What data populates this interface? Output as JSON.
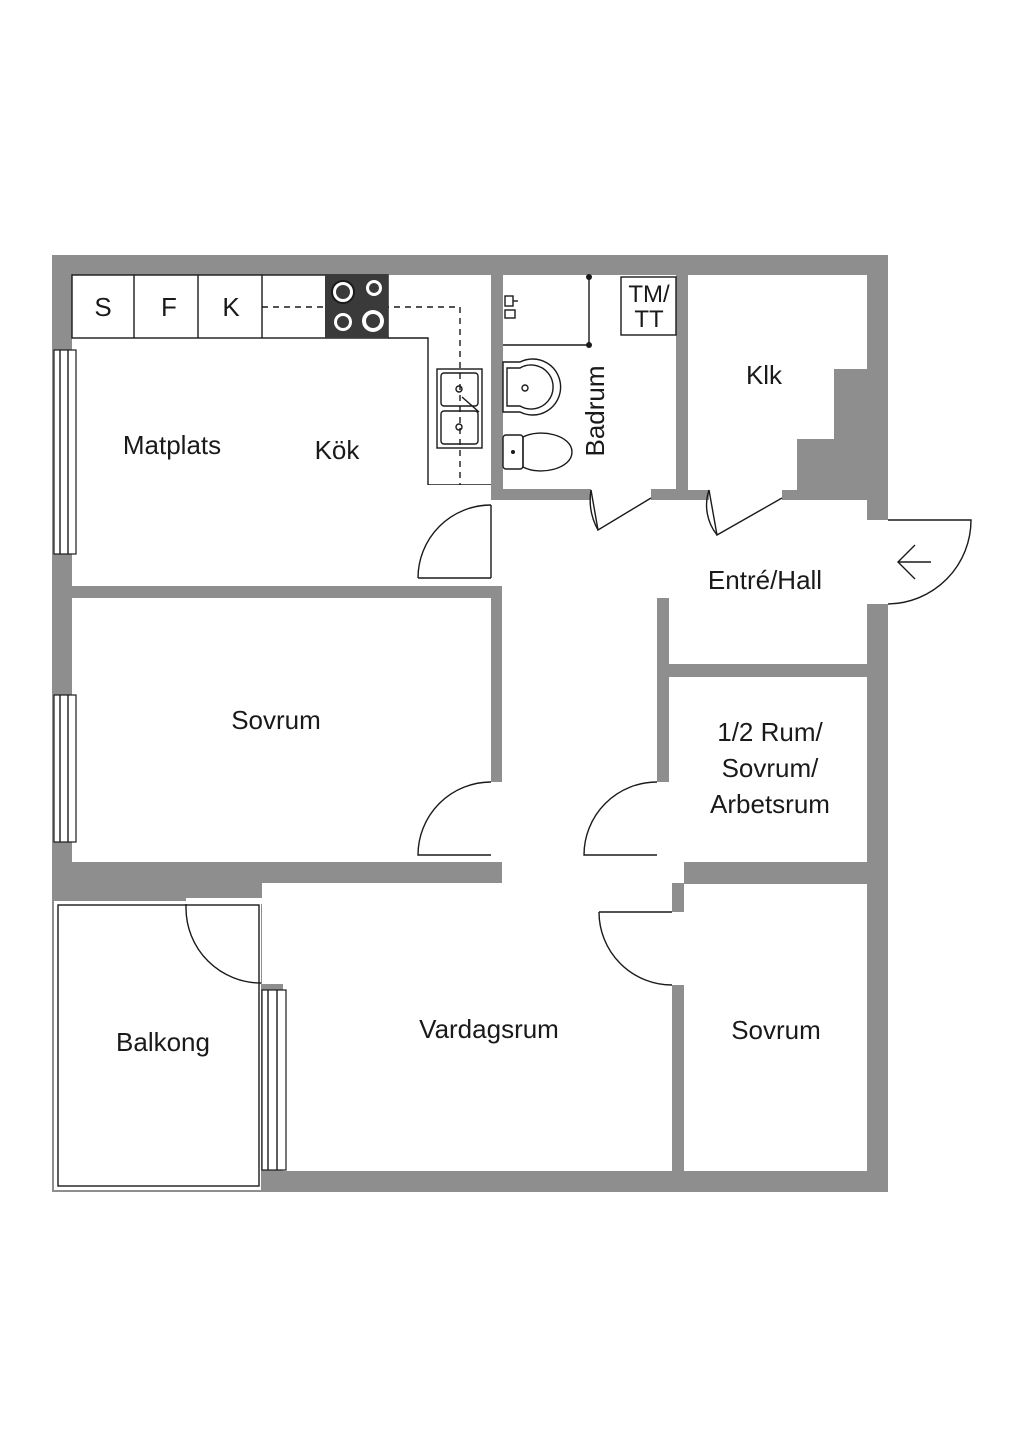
{
  "rooms": {
    "matplats": "Matplats",
    "kok": "Kök",
    "badrum": "Badrum",
    "klk": "Klk",
    "entre_hall": "Entré/Hall",
    "sovrum_1": "Sovrum",
    "half_room": [
      "1/2 Rum/",
      "Sovrum/",
      "Arbetsrum"
    ],
    "balkong": "Balkong",
    "vardagsrum": "Vardagsrum",
    "sovrum_2": "Sovrum"
  },
  "appliances": {
    "s": "S",
    "f": "F",
    "k": "K",
    "tm_tt": [
      "TM/",
      "TT"
    ]
  },
  "colors": {
    "wall": "#8e8e8e",
    "line": "#1a1a1a",
    "stove": "#3a3a3a"
  }
}
